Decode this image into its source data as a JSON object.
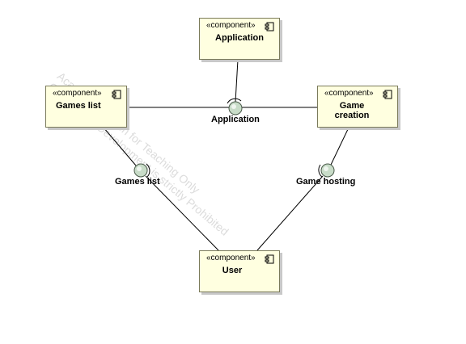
{
  "watermark": {
    "line1": "Academic Version for Teaching Only",
    "line2": "Commercial Development is strictly Prohibited"
  },
  "components": {
    "application": {
      "stereotype": "«component»",
      "name": "Application"
    },
    "games_list": {
      "stereotype": "«component»",
      "name": "Games list"
    },
    "game_creation": {
      "stereotype": "«component»",
      "name_line1": "Game",
      "name_line2": "creation"
    },
    "user": {
      "stereotype": "«component»",
      "name": "User"
    }
  },
  "interfaces": {
    "application": "Application",
    "games_list": "Games list",
    "game_hosting": "Game hosting"
  },
  "colors": {
    "component_fill": "#ffffe0",
    "component_border": "#7a7a5a",
    "interface_fill": "#c8dcc8",
    "line": "#000000"
  }
}
